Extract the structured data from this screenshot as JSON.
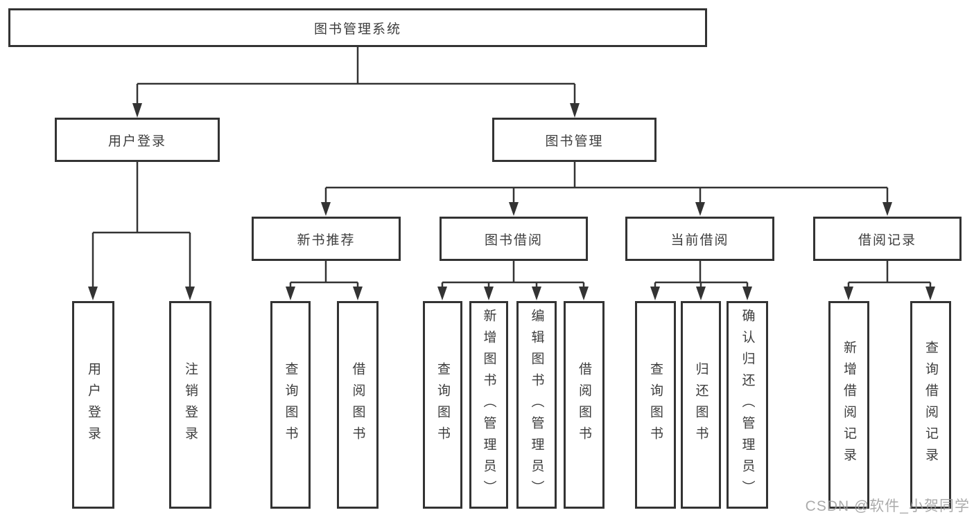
{
  "diagram": {
    "root": "图书管理系统",
    "user_login": {
      "label": "用户登录",
      "children": [
        "用户登录",
        "注销登录"
      ]
    },
    "book_management": {
      "label": "图书管理"
    },
    "sections": [
      {
        "label": "新书推荐",
        "children": [
          "查询图书",
          "借阅图书"
        ]
      },
      {
        "label": "图书借阅",
        "children": [
          "查询图书",
          "新增图书（管理员）",
          "编辑图书（管理员）",
          "借阅图书"
        ]
      },
      {
        "label": "当前借阅",
        "children": [
          "查询图书",
          "归还图书",
          "确认归还（管理员）"
        ]
      },
      {
        "label": "借阅记录",
        "children": [
          "新增借阅记录",
          "查询借阅记录"
        ]
      }
    ],
    "colors": {
      "line": "#333333",
      "box_border": "#333333",
      "text": "#3d3d3d",
      "watermark": "#9d9d9d"
    },
    "watermark": "CSDN @软件_小贺同学"
  }
}
